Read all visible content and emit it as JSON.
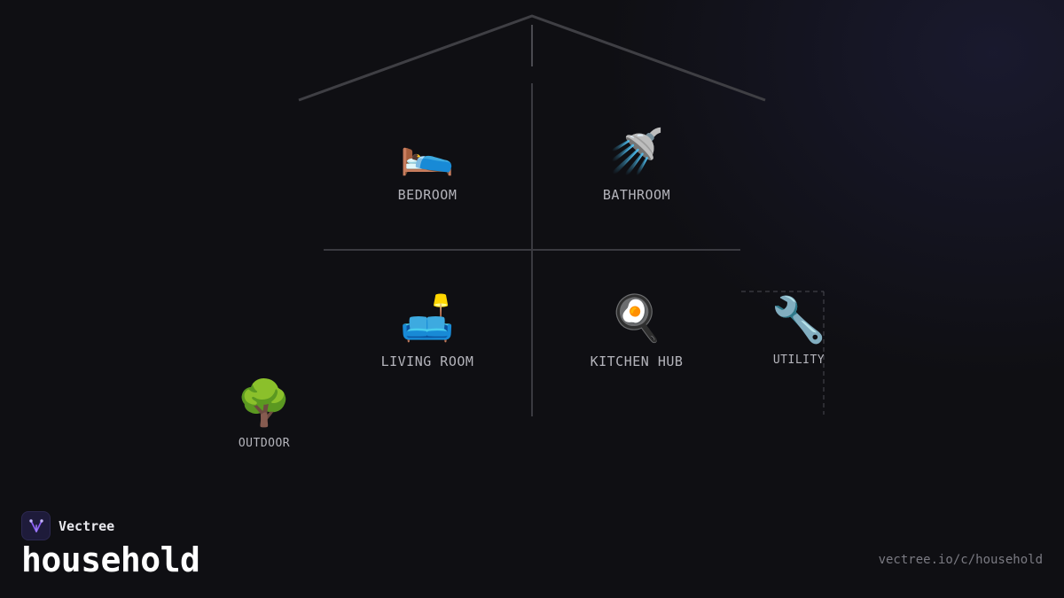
{
  "brand": {
    "name": "Vectree",
    "accent": "#8b5cf6"
  },
  "page": {
    "title": "household",
    "url": "vectree.io/c/household"
  },
  "colors": {
    "background": "#0f0f13",
    "roof_line": "#3f3f44",
    "divider_line": "#3a3a40",
    "label": "#b4b4bb"
  },
  "rooms": [
    {
      "label": "BEDROOM",
      "emoji": "🛌",
      "icon": "bed-icon"
    },
    {
      "label": "BATHROOM",
      "emoji": "🚿",
      "icon": "shower-icon"
    },
    {
      "label": "LIVING ROOM",
      "emoji": "🛋️",
      "icon": "couch-and-lamp-icon"
    },
    {
      "label": "KITCHEN HUB",
      "emoji": "🍳",
      "icon": "frying-pan-egg-icon"
    },
    {
      "label": "UTILITY",
      "emoji": "🔧",
      "icon": "wrench-icon"
    },
    {
      "label": "OUTDOOR",
      "emoji": "🌳",
      "icon": "tree-icon"
    }
  ]
}
